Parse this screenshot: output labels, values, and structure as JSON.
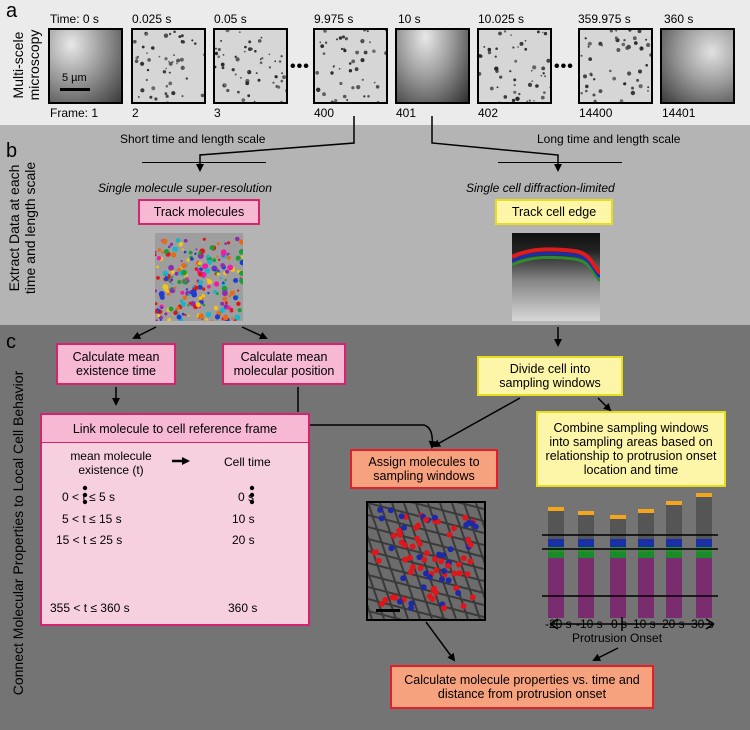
{
  "panel_a": {
    "letter": "a",
    "side_label_line1": "Multi-scele",
    "side_label_line2": "microscopy",
    "time_prefix": "Time: 0 s",
    "times": [
      "0.025 s",
      "0.05 s",
      "9.975 s",
      "10 s",
      "10.025 s",
      "359.975 s",
      "360 s"
    ],
    "frame_prefix": "Frame: 1",
    "frames": [
      "2",
      "3",
      "400",
      "401",
      "402",
      "14400",
      "14401"
    ],
    "scale_bar": "5 µm",
    "ellipsis": "•••"
  },
  "panel_b": {
    "letter": "b",
    "side_label_line1": "Extract Data at each",
    "side_label_line2": "time and length scale",
    "short_scale": "Short time and length scale",
    "long_scale": "Long time and length scale",
    "left_method": "Single molecule super-resolution",
    "right_method": "Single cell diffraction-limited",
    "track_molecules": "Track molecules",
    "track_edge": "Track cell edge"
  },
  "panel_c": {
    "letter": "c",
    "side_label": "Connect Molecular Properties to Local Cell Behavior",
    "calc_existence": "Calculate mean existence time",
    "calc_position": "Calculate mean molecular position",
    "divide_cell": "Divide cell into sampling windows",
    "link_title": "Link molecule to cell reference frame",
    "link_col1": "mean molecule existence (t)",
    "link_col2": "Cell time",
    "link_rows": [
      {
        "range": "0 < t ≤ 5 s",
        "time": "0 s"
      },
      {
        "range": "5 < t ≤ 15 s",
        "time": "10 s"
      },
      {
        "range": "15 < t ≤ 25 s",
        "time": "20 s"
      },
      {
        "range": "355 < t ≤ 360 s",
        "time": "360 s"
      }
    ],
    "assign": "Assign molecules to sampling windows",
    "combine": "Combine sampling windows into sampling areas based on relationship to protrusion onset location and time",
    "x_ticks": [
      "-20 s",
      "-10 s",
      "0 s",
      "10 s",
      "20 s",
      "30 s"
    ],
    "x_label": "Protrusion Onset",
    "final": "Calculate molecule properties vs. time and distance from protrusion onset"
  },
  "colors": {
    "panel_a_bg": "#ebebeb",
    "panel_b_bg": "#b4b4b4",
    "panel_c_bg": "#747474",
    "pink": "#f7b8d4",
    "yellow": "#fdf6a8",
    "salmon": "#f6a27e",
    "magenta_border": "#d4236f",
    "red_border": "#e3202a"
  }
}
